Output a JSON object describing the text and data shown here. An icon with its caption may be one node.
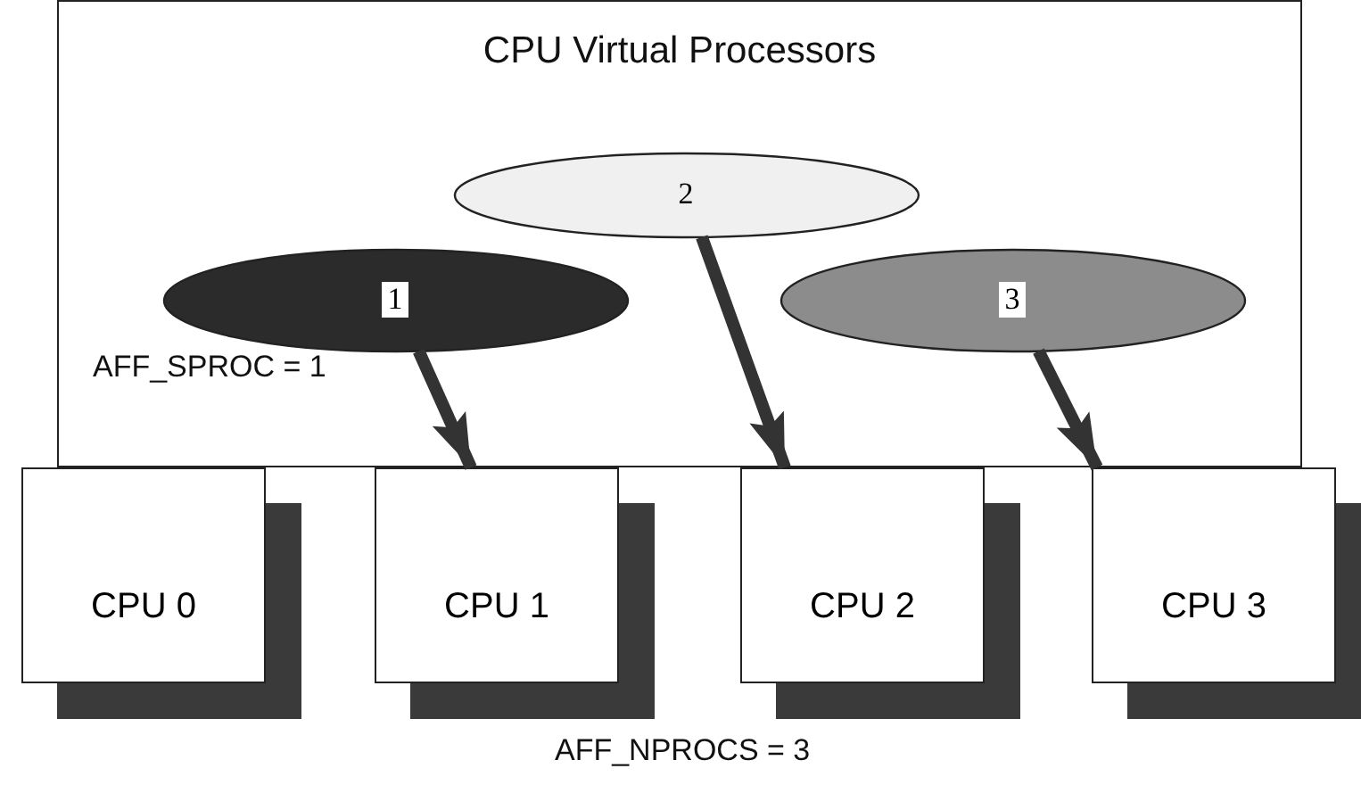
{
  "diagram": {
    "nodes": [
      {
        "text": [
          "CPU Virtual Processors"
        ]
      },
      {
        "text": [
          "1"
        ],
        "in": 0
      },
      {
        "text": [
          "2"
        ],
        "in": 0
      },
      {
        "text": [
          "3"
        ],
        "in": 0
      },
      {
        "text": [
          "CPU 0"
        ]
      },
      {
        "text": [
          "CPU 1"
        ]
      },
      {
        "text": [
          "CPU 2"
        ]
      },
      {
        "text": [
          "CPU 3"
        ]
      }
    ],
    "edges": [
      {
        "from": 1,
        "to": 5,
        "arrow": "to"
      },
      {
        "from": 2,
        "to": 6,
        "arrow": "to"
      },
      {
        "from": 3,
        "to": 7,
        "arrow": "to"
      }
    ],
    "labels": [
      "AFF_SPROC = 1",
      "AFF_NPROCS = 3"
    ]
  }
}
